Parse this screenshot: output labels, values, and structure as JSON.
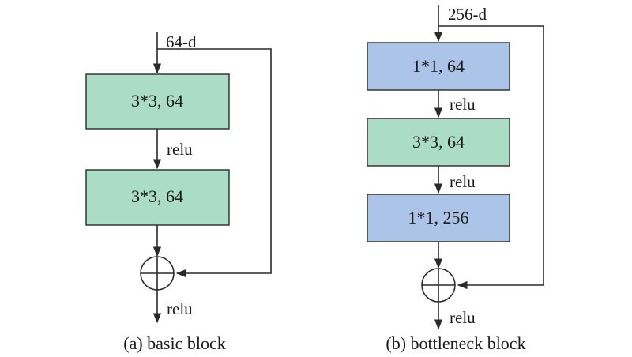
{
  "colors": {
    "conv3_fill": "#abdcc6",
    "conv1_fill": "#acc4e8",
    "line": "#2a2a2a",
    "background": "#ffffff"
  },
  "basic_block": {
    "input_label": "64-d",
    "layers": [
      "3*3, 64",
      "3*3, 64"
    ],
    "activation": "relu",
    "output_activation": "relu",
    "caption": "(a) basic block"
  },
  "bottleneck_block": {
    "input_label": "256-d",
    "layers": [
      "1*1, 64",
      "3*3, 64",
      "1*1, 256"
    ],
    "activations": [
      "relu",
      "relu"
    ],
    "output_activation": "relu",
    "caption": "(b) bottleneck block"
  }
}
